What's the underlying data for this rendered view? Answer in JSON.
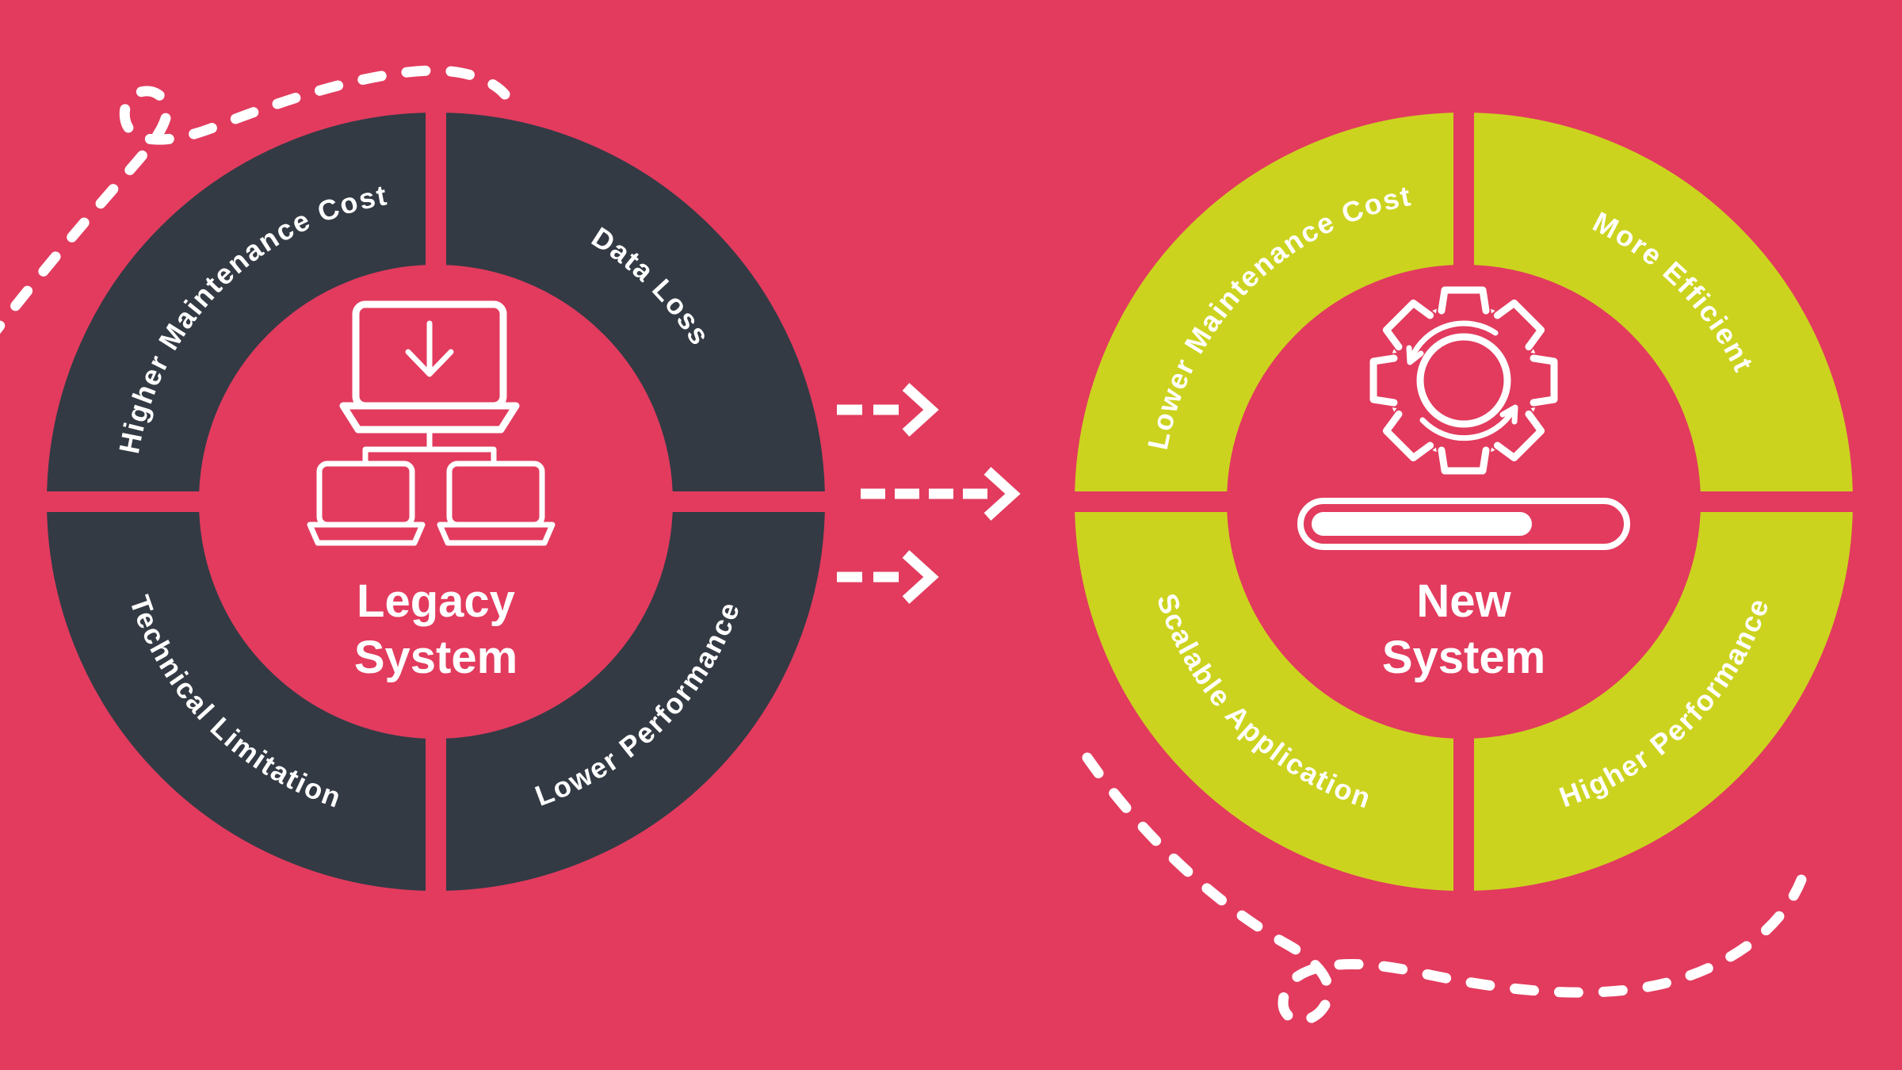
{
  "colors": {
    "background": "#e23b5e",
    "legacy_ring": "#333a44",
    "new_ring": "#ccd31f",
    "text": "#ffffff"
  },
  "legacy": {
    "title_line1": "Legacy",
    "title_line2": "System",
    "icon": "laptop-network-download-icon",
    "segments": [
      "Higher Maintenance Cost",
      "Data Loss",
      "Technical Limitation",
      "Lower Performance"
    ]
  },
  "modern": {
    "title_line1": "New",
    "title_line2": "System",
    "icon": "gear-sync-icon",
    "progress_percent": 72,
    "segments": [
      "Lower Maintenance Cost",
      "More Efficient",
      "Scalable Application",
      "Higher Performance"
    ]
  },
  "transition": {
    "arrow_count": 3,
    "direction": "right"
  },
  "decorations": {
    "top_left": "dashed-squiggle-with-loop",
    "bottom_right": "dashed-squiggle-with-loop"
  }
}
